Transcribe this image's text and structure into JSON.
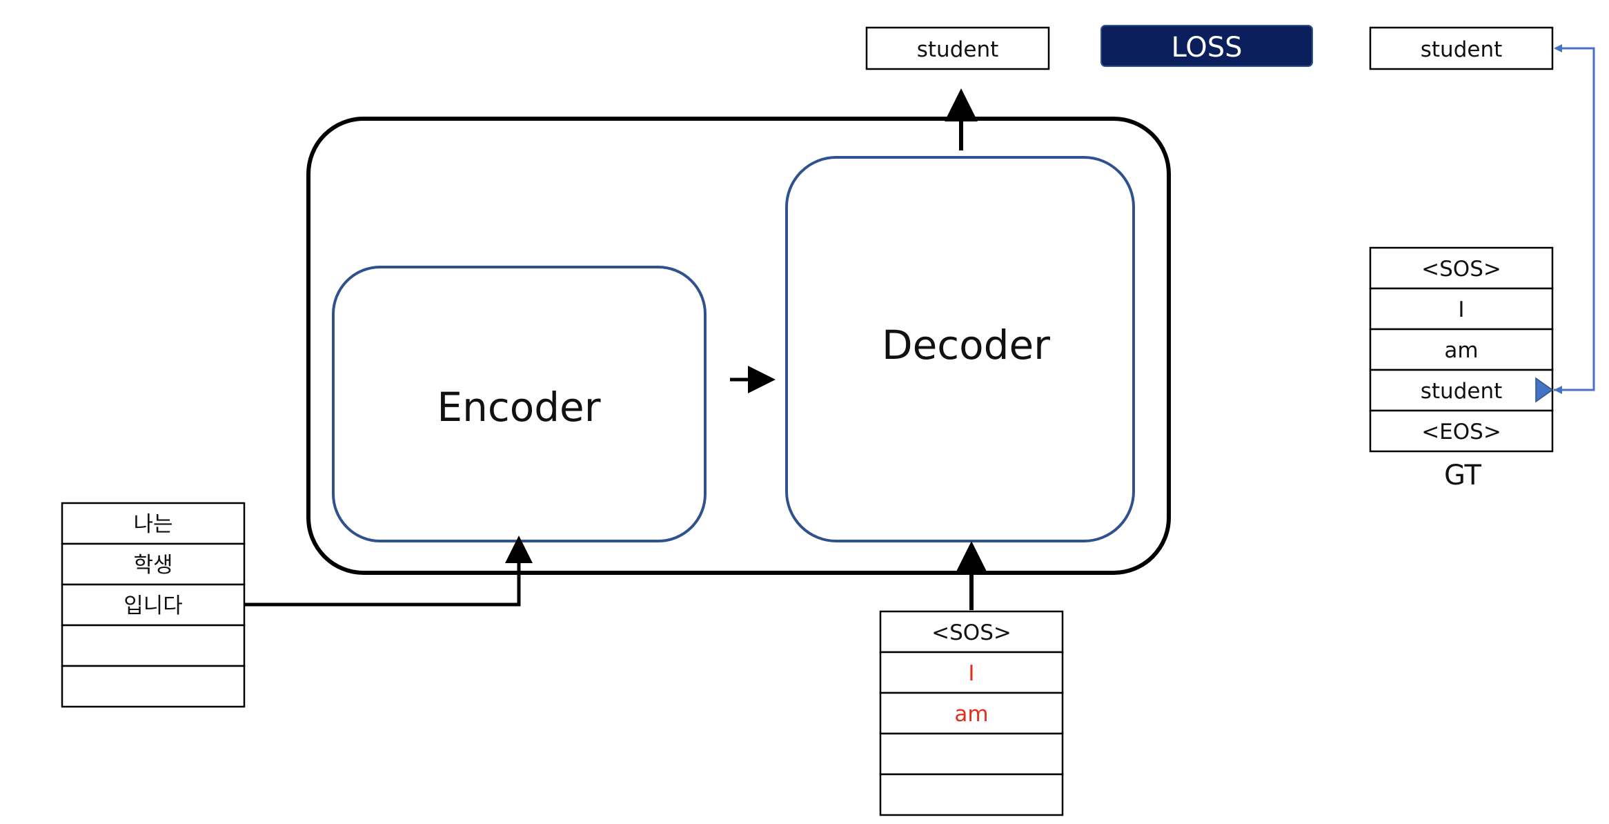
{
  "colors": {
    "model_outline": "#000000",
    "block_outline": "#2f528f",
    "loss_fill": "#0b1f5c",
    "loss_text": "#ffffff",
    "highlight_text": "#e03020",
    "gt_connector": "#4472c4"
  },
  "model": {
    "encoder_label": "Encoder",
    "decoder_label": "Decoder"
  },
  "encoder_input": {
    "cells": [
      "나는",
      "학생",
      "입니다",
      "",
      ""
    ]
  },
  "decoder_input": {
    "cells": [
      "<SOS>",
      "I",
      "am",
      "",
      ""
    ],
    "highlighted_cells": [
      "I",
      "am"
    ]
  },
  "output": {
    "prediction": "student",
    "loss_label": "LOSS",
    "target": "student"
  },
  "ground_truth": {
    "cells": [
      "<SOS>",
      "I",
      "am",
      "student",
      "<EOS>"
    ],
    "caption": "GT"
  }
}
